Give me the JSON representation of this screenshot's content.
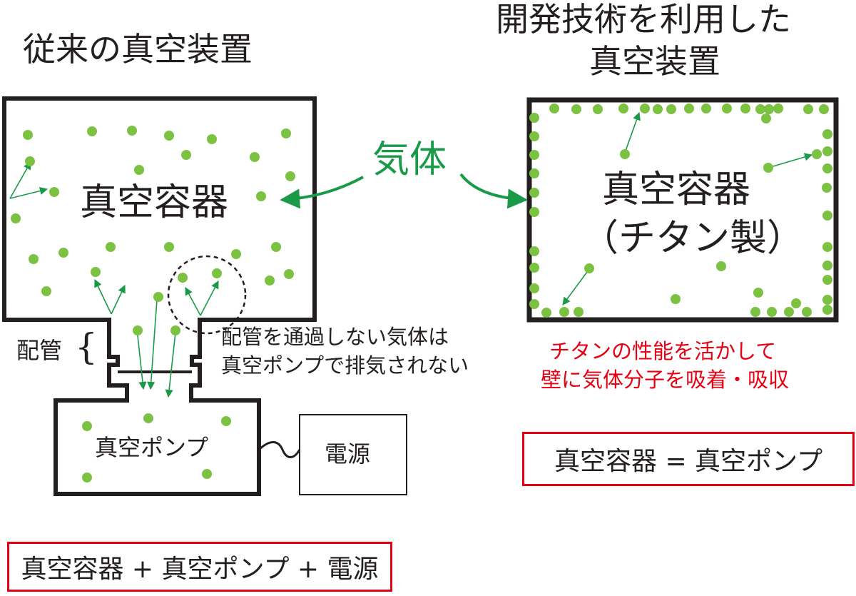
{
  "titles": {
    "conventional": "従来の真空装置",
    "developed_line1": "開発技術を利用した",
    "developed_line2": "真空装置"
  },
  "left": {
    "chamber_label": "真空容器",
    "pump_label": "真空ポンプ",
    "power_label": "電源",
    "pipe_label": "配管",
    "pipe_brace": "{",
    "note_line1": "配管を通過しない気体は",
    "note_line2": "真空ポンプで排気されない",
    "formula": "真空容器 + 真空ポンプ + 電源"
  },
  "center": {
    "gas_label": "気体"
  },
  "right": {
    "chamber_label": "真空容器",
    "chamber_sublabel": "（チタン製）",
    "caption_line1": "チタンの性能を活かして",
    "caption_line2": "壁に気体分子を吸着・吸収",
    "formula": "真空容器 = 真空ポンプ"
  },
  "colors": {
    "molecule": "#7cc242",
    "gas_arrow": "#1a9a48",
    "molecule_arrow": "#1a9a48",
    "outline": "#231f20",
    "highlight_red": "#e60012"
  },
  "icons": {
    "molecule": "gas-molecule-dot",
    "arrow": "arrow-icon",
    "cable": "cable-wave"
  }
}
